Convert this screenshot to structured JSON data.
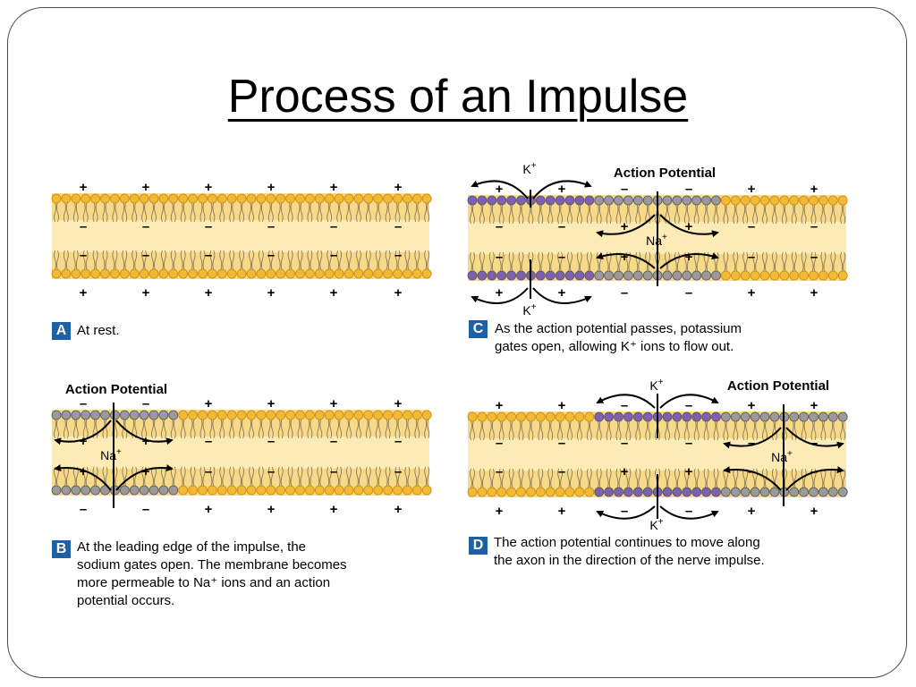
{
  "slide": {
    "title": "Process of an Impulse"
  },
  "labels": {
    "action_potential": "Action Potential",
    "k_ion": "K+",
    "na_ion": "Na+",
    "plus": "+",
    "minus": "–"
  },
  "panels": [
    {
      "letter": "A",
      "caption": "At rest."
    },
    {
      "letter": "B",
      "caption_lines": [
        "At the leading edge of the impulse, the",
        "sodium gates open. The membrane becomes",
        "more permeable to Na⁺ ions and an action",
        "potential occurs."
      ]
    },
    {
      "letter": "C",
      "caption_lines": [
        "As the action potential passes, potassium",
        "gates open, allowing K⁺ ions to flow out."
      ]
    },
    {
      "letter": "D",
      "caption_lines": [
        "The action potential continues to move along",
        "the axon in the direction of the nerve impulse."
      ]
    }
  ],
  "colors": {
    "membrane_band": "#f7d98a",
    "membrane_core": "#fcebb4",
    "lipid_head": "#f2b933",
    "gray_head": "#9a9a9a",
    "purple_head": "#7f5fb0",
    "badge": "#1f5fa3"
  }
}
